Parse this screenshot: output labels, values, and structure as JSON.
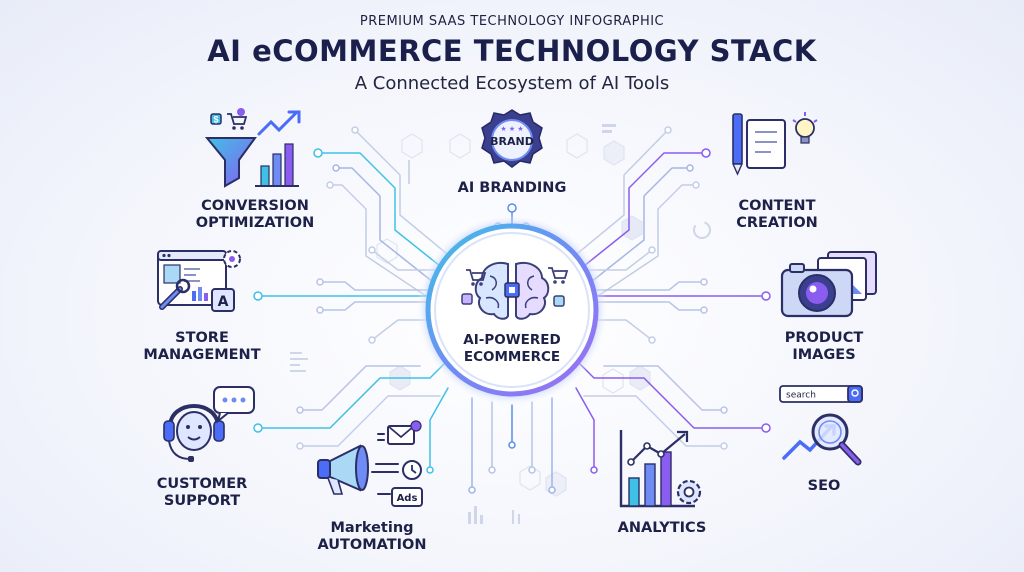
{
  "header": {
    "eyebrow": "PREMIUM SAAS TECHNOLOGY INFOGRAPHIC",
    "title": "AI eCOMMERCE TECHNOLOGY STACK",
    "subtitle": "A Connected Ecosystem of AI Tools"
  },
  "hub": {
    "line1": "AI-POWERED",
    "line2": "ECOMMERCE",
    "icon": "brain-cart-icon"
  },
  "nodes": {
    "conversion": {
      "line1": "CONVERSION",
      "line2": "OPTIMIZATION",
      "icon": "funnel-chart-icon"
    },
    "branding": {
      "line1": "AI BRANDING",
      "badge_text": "BRAND",
      "icon": "brand-badge-icon"
    },
    "content": {
      "line1": "CONTENT",
      "line2": "CREATION",
      "icon": "pen-document-bulb-icon"
    },
    "store": {
      "line1": "STORE",
      "line2": "MANAGEMENT",
      "icon": "dashboard-wrench-icon",
      "panel_letter": "A"
    },
    "images": {
      "line1": "PRODUCT",
      "line2": "IMAGES",
      "icon": "camera-photo-icon"
    },
    "support": {
      "line1": "CUSTOMER",
      "line2": "SUPPORT",
      "icon": "headset-chat-icon"
    },
    "marketing": {
      "line1": "Marketing",
      "line2": "AUTOMATION",
      "icon": "megaphone-icon",
      "ads_text": "Ads"
    },
    "analytics": {
      "line1": "ANALYTICS",
      "icon": "bar-chart-gear-icon"
    },
    "seo": {
      "line1": "SEO",
      "search_text": "search",
      "icon": "magnifier-search-icon"
    }
  },
  "colors": {
    "navy": "#1d2147",
    "cyan": "#3fc1e6",
    "violet": "#8a5cf0",
    "blue": "#4a6cf7"
  }
}
